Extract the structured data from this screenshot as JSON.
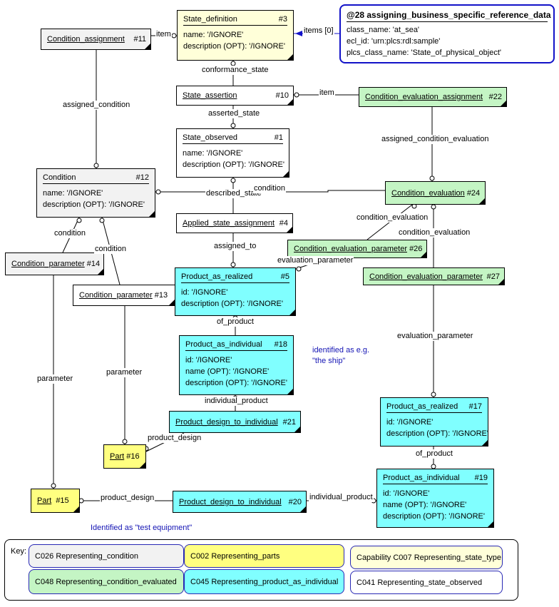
{
  "boxes": {
    "state_definition": {
      "name": "State_definition",
      "id": "#3",
      "attrs": [
        "name: '/IGNORE'",
        "description (OPT): '/IGNORE'"
      ]
    },
    "condition_assignment": {
      "name": "Condition_assignment",
      "id": "#11"
    },
    "state_assertion": {
      "name": "State_assertion",
      "id": "#10"
    },
    "condition_evaluation_assignment": {
      "name": "Condition_evaluation_assignment",
      "id": "#22"
    },
    "state_observed": {
      "name": "State_observed",
      "id": "#1",
      "attrs": [
        "name: '/IGNORE'",
        "description (OPT): '/IGNORE'"
      ]
    },
    "condition": {
      "name": "Condition",
      "id": "#12",
      "attrs": [
        "name: '/IGNORE'",
        "description (OPT): '/IGNORE'"
      ]
    },
    "condition_evaluation": {
      "name": "Condition_evaluation",
      "id": "#24"
    },
    "applied_state_assignment": {
      "name": "Applied_state_assignment",
      "id": "#4"
    },
    "condition_evaluation_parameter_26": {
      "name": "Condition_evaluation_parameter",
      "id": "#26"
    },
    "condition_parameter_14": {
      "name": "Condition_parameter",
      "id": "#14"
    },
    "product_as_realized_5": {
      "name": "Product_as_realized",
      "id": "#5",
      "attrs": [
        "id: '/IGNORE'",
        "description (OPT): '/IGNORE'"
      ]
    },
    "condition_evaluation_parameter_27": {
      "name": "Condition_evaluation_parameter",
      "id": "#27"
    },
    "condition_parameter_13": {
      "name": "Condition_parameter",
      "id": "#13"
    },
    "product_as_individual_18": {
      "name": "Product_as_individual",
      "id": "#18",
      "attrs": [
        "id: '/IGNORE'",
        "name (OPT): '/IGNORE'",
        "description (OPT): '/IGNORE'"
      ]
    },
    "product_as_realized_17": {
      "name": "Product_as_realized",
      "id": "#17",
      "attrs": [
        "id: '/IGNORE'",
        "description (OPT): '/IGNORE'"
      ]
    },
    "product_design_to_individual_21": {
      "name": "Product_design_to_individual",
      "id": "#21"
    },
    "part_16": {
      "name": "Part",
      "id": "#16"
    },
    "product_as_individual_19": {
      "name": "Product_as_individual",
      "id": "#19",
      "attrs": [
        "id: '/IGNORE'",
        "name (OPT): '/IGNORE'",
        "description (OPT): '/IGNORE'"
      ]
    },
    "part_15": {
      "name": "Part",
      "id": "#15"
    },
    "product_design_to_individual_20": {
      "name": "Product_design_to_individual",
      "id": "#20"
    }
  },
  "reference": {
    "title": "@28 assigning_business_specific_reference_data",
    "lines": [
      "class_name: 'at_sea'",
      "ecl_id: 'urn:plcs:rdl:sample'",
      "plcs_class_name: 'State_of_physical_object'"
    ]
  },
  "labels": {
    "item_11": "item",
    "items_0": "items [0]",
    "conformance_state": "conformance_state",
    "assigned_condition": "assigned_condition",
    "item_22": "item",
    "asserted_state": "asserted_state",
    "assigned_condition_evaluation": "assigned_condition_evaluation",
    "described_state": "described_state",
    "condition_24": "condition",
    "condition_eval_26": "condition_evaluation",
    "condition_eval_27": "condition_evaluation",
    "condition_14": "condition",
    "condition_13": "condition",
    "assigned_to": "assigned_to",
    "evaluation_parameter_26": "evaluation_parameter",
    "of_product_18": "of_product",
    "parameter_14": "parameter",
    "parameter_13": "parameter",
    "evaluation_parameter_27": "evaluation_parameter",
    "individual_product_21": "individual_product",
    "product_design_16": "product_design",
    "of_product_19": "of_product",
    "product_design_15": "product_design",
    "individual_product_20": "individual_product"
  },
  "notes": {
    "ship": [
      "identified as e.g.",
      "\"the ship\""
    ],
    "test_equipment": "Identified as \"test equipment\""
  },
  "key": {
    "title": "Key:",
    "items": [
      "C026 Representing_condition",
      "C002 Representing_parts",
      "Capability C007 Representing_state_type",
      "C048 Representing_condition_evaluated",
      "C045 Representing_product_as_individual",
      "C041 Representing_state_observed"
    ]
  },
  "colors": {
    "grey": "#f2f2f2",
    "yellow": "#ffff80",
    "cream": "#ffffd9",
    "green": "#c4f5c4",
    "cyan": "#80ffff",
    "reference_border": "#1212c8",
    "note_text": "#1414b4"
  }
}
